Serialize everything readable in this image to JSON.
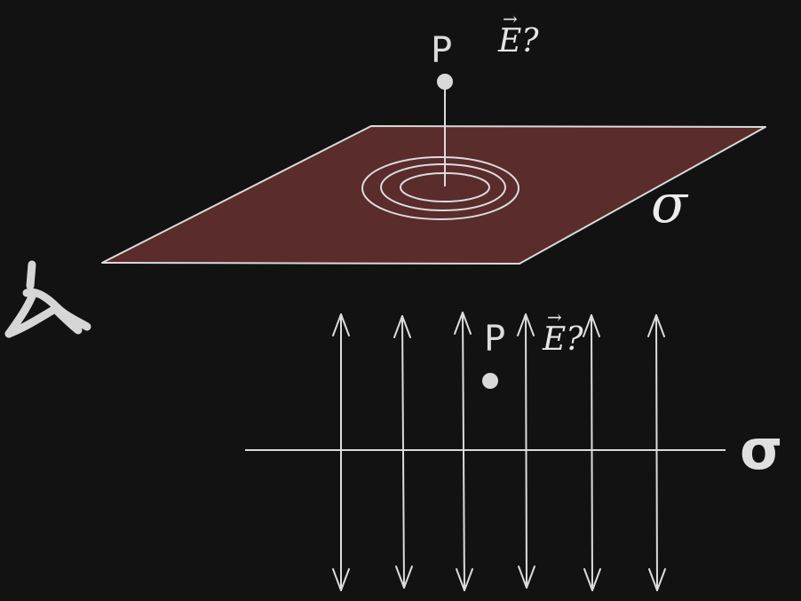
{
  "colors": {
    "background": "#121212",
    "plane_fill": "#5a2c2c",
    "stroke": "#d9d9d9"
  },
  "top_diagram": {
    "point_label": "P",
    "field_label": "E?",
    "field_vector_arrow": "→",
    "charge_density_label": "σ"
  },
  "bottom_diagram": {
    "point_label": "P",
    "field_label": "E?",
    "field_vector_arrow": "→",
    "charge_density_label": "σ",
    "field_line_count": 6
  },
  "icons": {
    "viewer": "stick-figure-observer-icon"
  }
}
